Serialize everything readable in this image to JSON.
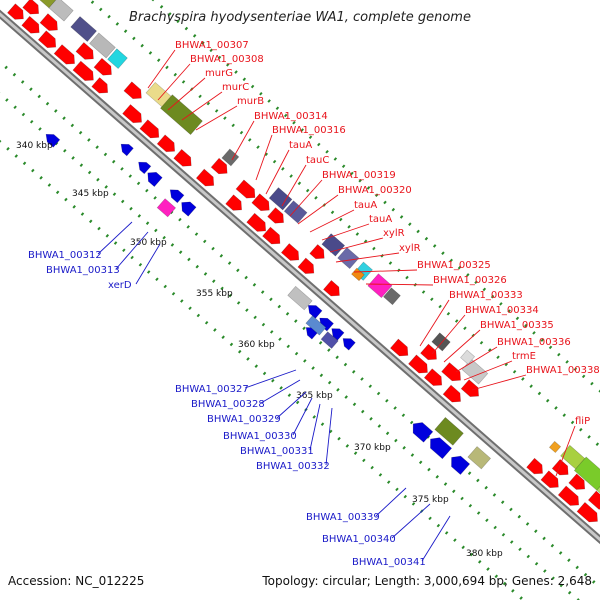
{
  "title": "Brachyspira hyodysenteriae WA1, complete genome",
  "accession": "Accession: NC_012225",
  "topology": "Topology: circular; Length: 3,000,694 bp; Genes: 2,648",
  "colors": {
    "forward_label": "#e8141c",
    "reverse_label": "#1a1ac8",
    "forward_gene": "#ff0000",
    "reverse_gene": "#0000dd",
    "backbone": "#9a9a9a",
    "gc_dots": "#2a8a2a"
  },
  "ticks": [
    "340 kbp",
    "345 kbp",
    "350 kbp",
    "355 kbp",
    "360 kbp",
    "365 kbp",
    "370 kbp",
    "375 kbp",
    "380 kbp"
  ],
  "forward_labels": [
    "BHWA1_00307",
    "BHWA1_00308",
    "murG",
    "murC",
    "murB",
    "BHWA1_00314",
    "BHWA1_00316",
    "tauA",
    "tauC",
    "BHWA1_00319",
    "BHWA1_00320",
    "tauA",
    "tauA",
    "xylR",
    "xylR",
    "BHWA1_00325",
    "BHWA1_00326",
    "BHWA1_00333",
    "BHWA1_00334",
    "BHWA1_00335",
    "BHWA1_00336",
    "trmE",
    "BHWA1_00338",
    "fliP"
  ],
  "reverse_labels": [
    "BHWA1_00312",
    "BHWA1_00313",
    "xerD",
    "BHWA1_00327",
    "BHWA1_00328",
    "BHWA1_00329",
    "BHWA1_00330",
    "BHWA1_00331",
    "BHWA1_00332",
    "BHWA1_00339",
    "BHWA1_00340",
    "BHWA1_00341"
  ]
}
